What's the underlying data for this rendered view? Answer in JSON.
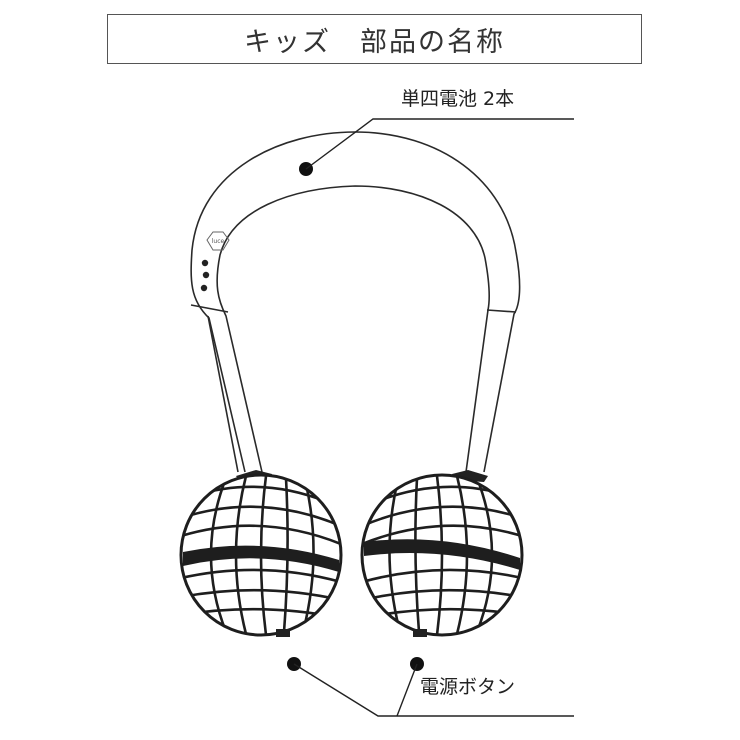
{
  "title": "キッズ　部品の名称",
  "callouts": {
    "battery": "単四電池 2本",
    "power_button": "電源ボタン"
  },
  "device_logo": "luce",
  "colors": {
    "line": "#222222",
    "stroke": "#2a2a2a",
    "background": "#ffffff"
  }
}
